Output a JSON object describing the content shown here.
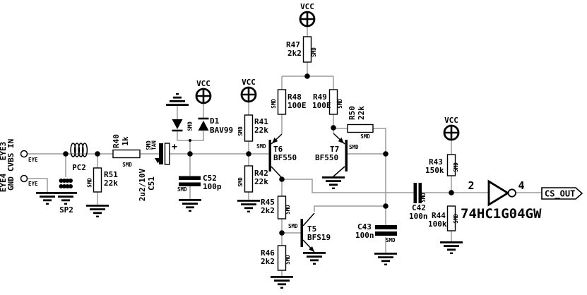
{
  "colors": {
    "background": "#ffffff",
    "wire": "#9a9a9a",
    "symbol": "#000000"
  },
  "power_labels": {
    "vcc": "VCC"
  },
  "package_labels": {
    "smd": "SMD",
    "tan": "TAN"
  },
  "connectors": {
    "eye3": {
      "pin": "EYE3",
      "signal": "CVBS IN",
      "terminal": "EYE"
    },
    "eye4": {
      "pin": "EYE4",
      "signal": "GND",
      "terminal": "EYE"
    },
    "cs_out": {
      "label": "CS_OUT"
    }
  },
  "components": {
    "pc2": {
      "ref": "PC2"
    },
    "sp2": {
      "ref": "SP2"
    },
    "r40": {
      "ref": "R40",
      "value": "1k"
    },
    "r51": {
      "ref": "R51",
      "value": "22k"
    },
    "c51": {
      "ref": "C51",
      "value": "2u2/10V",
      "polarity": "+"
    },
    "d1": {
      "ref": "D1",
      "value": "BAV99"
    },
    "c52": {
      "ref": "C52",
      "value": "100p"
    },
    "r41": {
      "ref": "R41",
      "value": "22k"
    },
    "r42": {
      "ref": "R42",
      "value": "22k"
    },
    "r47": {
      "ref": "R47",
      "value": "2k2"
    },
    "r48": {
      "ref": "R48",
      "value": "100E"
    },
    "r49": {
      "ref": "R49",
      "value": "100E"
    },
    "r50": {
      "ref": "R50",
      "value": "22k"
    },
    "r45": {
      "ref": "R45",
      "value": "2k2"
    },
    "r46": {
      "ref": "R46",
      "value": "2k2"
    },
    "r43": {
      "ref": "R43",
      "value": "150k"
    },
    "r44": {
      "ref": "R44",
      "value": "100k"
    },
    "t5": {
      "ref": "T5",
      "value": "BFS19"
    },
    "t6": {
      "ref": "T6",
      "value": "BF550"
    },
    "t7": {
      "ref": "T7",
      "value": "BF550"
    },
    "c42": {
      "ref": "C42",
      "value": "100n"
    },
    "c43": {
      "ref": "C43",
      "value": "100n"
    },
    "ic1": {
      "ref": "74HC1G04GW",
      "pin_input": "2",
      "pin_output": "4"
    }
  }
}
